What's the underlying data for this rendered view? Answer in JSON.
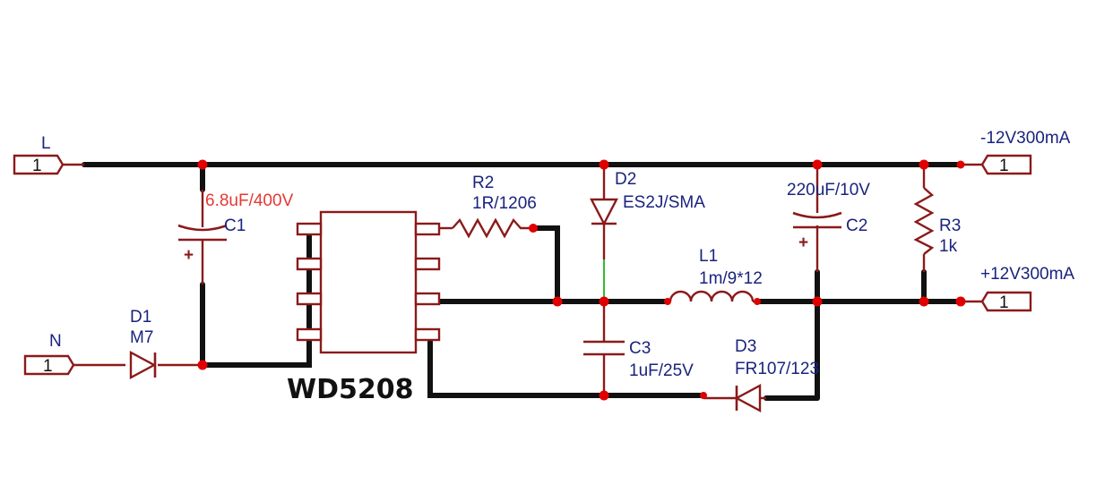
{
  "ports": {
    "L": {
      "name": "L",
      "pin": "1"
    },
    "N": {
      "name": "N",
      "pin": "1"
    },
    "neg12": {
      "name": "-12V300mA",
      "pin": "1"
    },
    "pos12": {
      "name": "+12V300mA",
      "pin": "1"
    }
  },
  "parts": {
    "C1": {
      "ref": "C1",
      "value": "6.8uF/400V",
      "polarity": "+"
    },
    "C2": {
      "ref": "C2",
      "value": "220uF/10V",
      "polarity": "+"
    },
    "C3": {
      "ref": "C3",
      "value": "1uF/25V"
    },
    "R2": {
      "ref": "R2",
      "value": "1R/1206"
    },
    "R3": {
      "ref": "R3",
      "value": "1k"
    },
    "D1": {
      "ref": "D1",
      "value": "M7"
    },
    "D2": {
      "ref": "D2",
      "value": "ES2J/SMA"
    },
    "D3": {
      "ref": "D3",
      "value": "FR107/123"
    },
    "L1": {
      "ref": "L1",
      "value": "1m/9*12"
    },
    "U1": {
      "value": "WD5208"
    }
  },
  "colors": {
    "wire": "#111111",
    "component": "#8b1a1a",
    "label": "#1a237e",
    "highlight_label": "#e53935",
    "junction": "#e00000"
  }
}
